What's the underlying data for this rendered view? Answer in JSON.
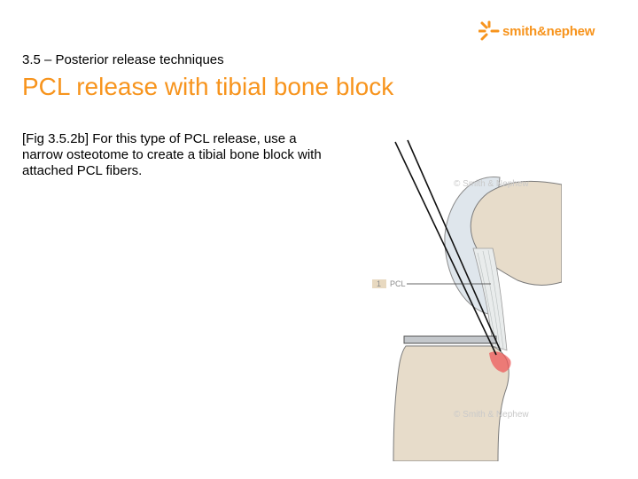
{
  "brand": {
    "logo_text": "smith&nephew",
    "color": "#f7941d"
  },
  "slide": {
    "section": "3.5 – Posterior release techniques",
    "title": "PCL release with tibial bone block",
    "body": "[Fig 3.5.2b] For this type of PCL release, use a narrow osteotome to create a tibial bone block with attached PCL fibers."
  },
  "figure": {
    "label_number": "1",
    "label_text": "PCL",
    "watermark_top": "© Smith & Nephew",
    "watermark_bottom": "© Smith & Nephew",
    "colors": {
      "bone": "#e7dcca",
      "cartilage": "#dfe6ec",
      "ligament": "#e9ecec",
      "highlight": "#ee5a5a"
    }
  }
}
